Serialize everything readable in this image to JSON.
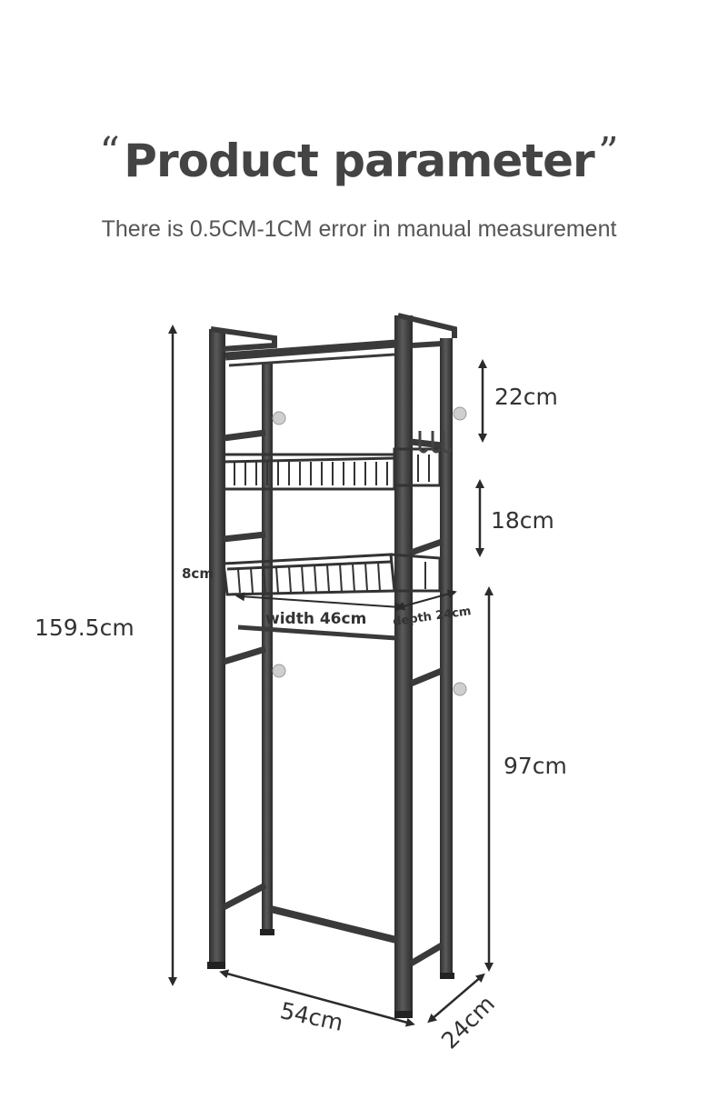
{
  "header": {
    "quote_open": "“",
    "title": "Product parameter",
    "quote_close": "”",
    "subtitle": "There is 0.5CM-1CM error in manual measurement"
  },
  "dimensions": {
    "total_height": "159.5cm",
    "top_gap": "22cm",
    "middle_gap": "18cm",
    "basket_height": "8cm",
    "basket_width": "width 46cm",
    "basket_depth": "depth 24cm",
    "bottom_clearance": "97cm",
    "frame_width": "54cm",
    "frame_depth": "24cm"
  },
  "colors": {
    "frame": "#3a3a3a",
    "frame_highlight": "#6b6b6b",
    "arrow": "#2b2b2b",
    "text": "#333333"
  }
}
